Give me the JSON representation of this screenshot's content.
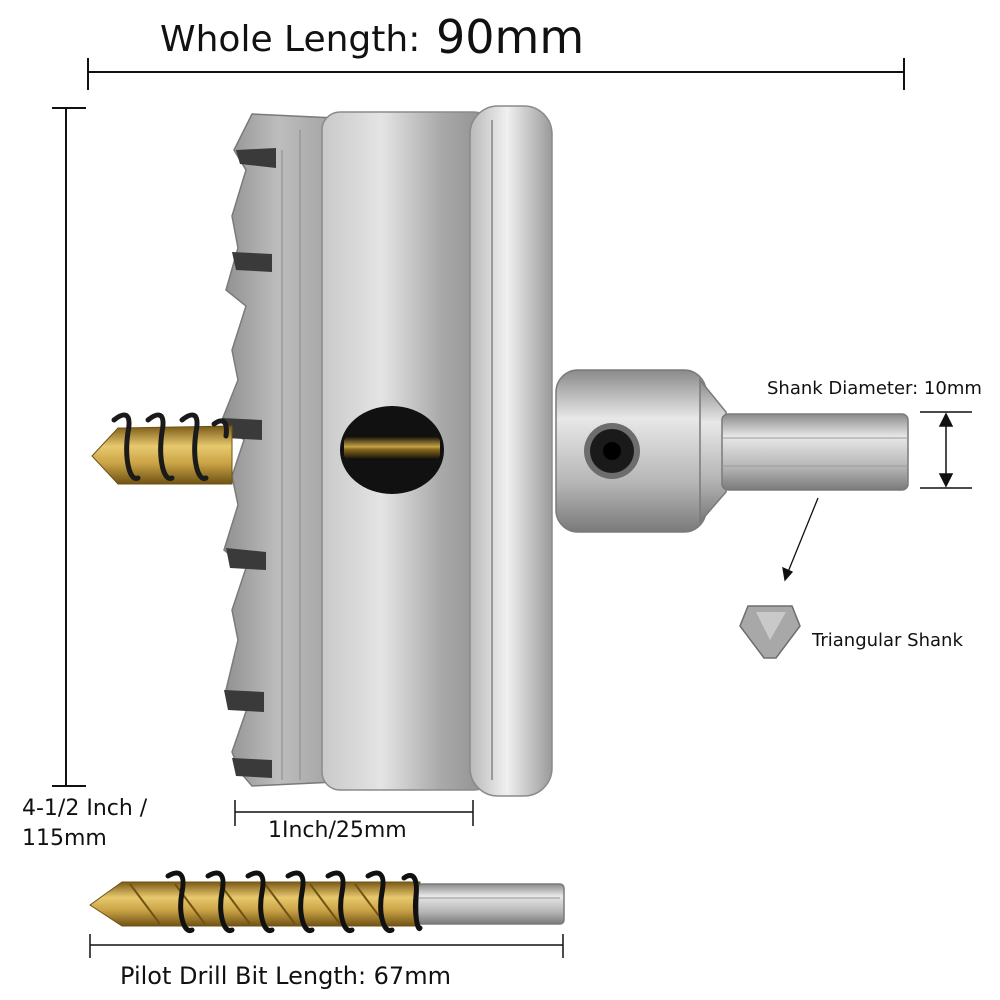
{
  "title": {
    "prefix": "Whole Length:",
    "value": "90mm"
  },
  "dimensions": {
    "height_line1": "4-1/2 Inch /",
    "height_line2": "115mm",
    "cut_depth": "1Inch/25mm",
    "shank_diameter": "Shank Diameter: 10mm",
    "shank_type": "Triangular Shank",
    "pilot_length": "Pilot Drill Bit Length: 67mm"
  },
  "colors": {
    "steel": "#b5b5b5",
    "steel_dark": "#7d7d7d",
    "gold": "#c8a34a",
    "spring": "#1a1a1a",
    "line": "#111111"
  }
}
